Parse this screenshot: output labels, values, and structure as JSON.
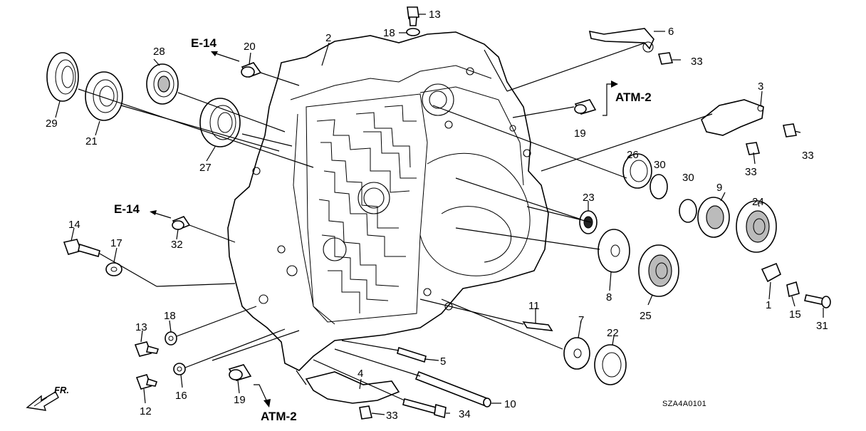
{
  "diagram": {
    "code": "SZA4A0101",
    "front_label": "FR.",
    "references": {
      "e14_top": "E-14",
      "e14_left": "E-14",
      "atm2_right": "ATM-2",
      "atm2_bottom": "ATM-2"
    },
    "callouts": {
      "p1": "1",
      "p2": "2",
      "p3": "3",
      "p4": "4",
      "p5": "5",
      "p6": "6",
      "p7": "7",
      "p8": "8",
      "p9": "9",
      "p10": "10",
      "p11": "11",
      "p12": "12",
      "p13a": "13",
      "p13b": "13",
      "p14": "14",
      "p15": "15",
      "p16": "16",
      "p17": "17",
      "p18a": "18",
      "p18b": "18",
      "p19a": "19",
      "p19b": "19",
      "p20": "20",
      "p21": "21",
      "p22": "22",
      "p23": "23",
      "p24": "24",
      "p25": "25",
      "p26": "26",
      "p27": "27",
      "p28": "28",
      "p29": "29",
      "p30a": "30",
      "p30b": "30",
      "p31": "31",
      "p32": "32",
      "p33a": "33",
      "p33b": "33",
      "p33c": "33",
      "p33d": "33",
      "p34": "34"
    }
  }
}
